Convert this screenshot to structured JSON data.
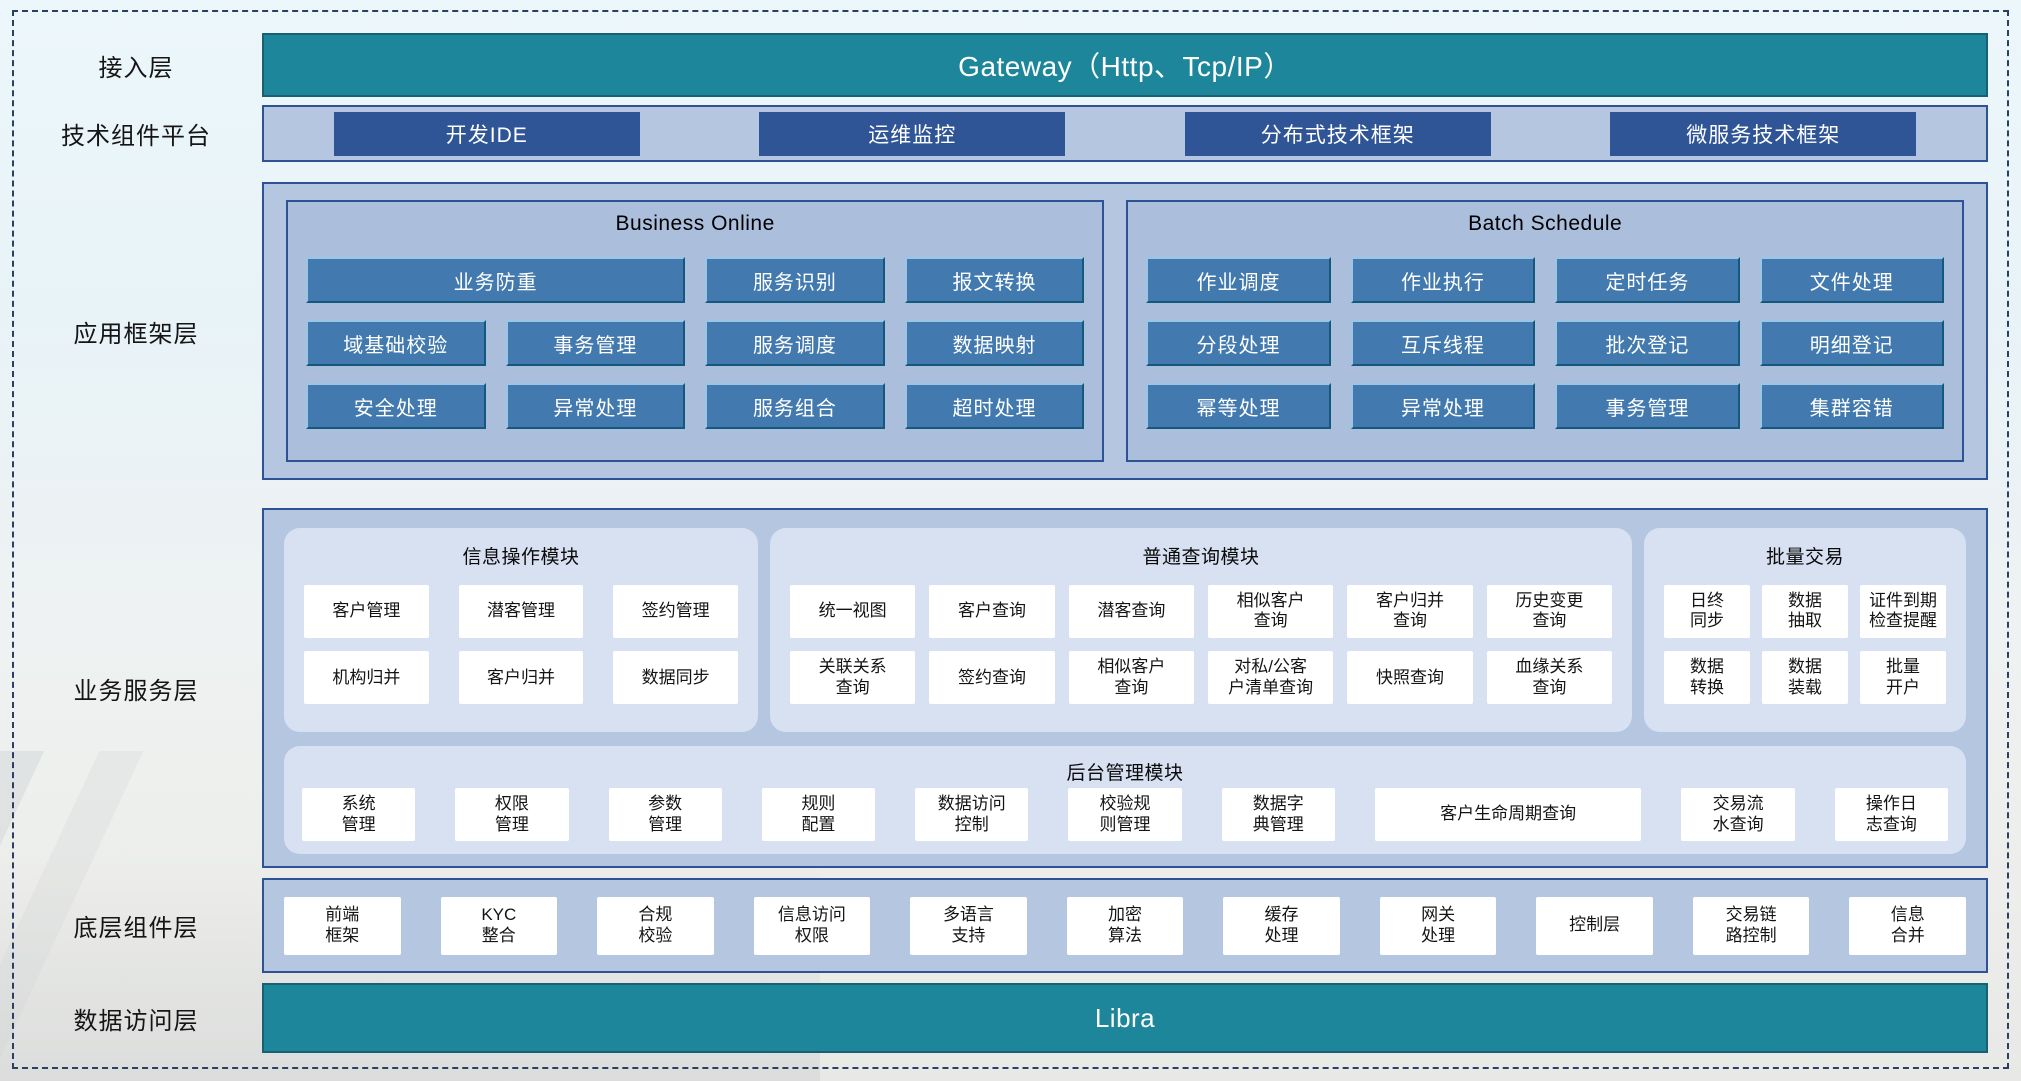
{
  "layers": {
    "access": {
      "label": "接入层",
      "bar": "Gateway（Http、Tcp/IP）"
    },
    "tech": {
      "label": "技术组件平台",
      "items": [
        "开发IDE",
        "运维监控",
        "分布式技术框架",
        "微服务技术框架"
      ]
    },
    "app_framework": {
      "label": "应用框架层",
      "business_online": {
        "title": "Business Online",
        "items": [
          {
            "label": "业务防重",
            "wide": true
          },
          "服务识别",
          "报文转换",
          "域基础校验",
          "事务管理",
          "服务调度",
          "数据映射",
          "安全处理",
          "异常处理",
          "服务组合",
          "超时处理"
        ]
      },
      "batch_schedule": {
        "title": "Batch Schedule",
        "items": [
          "作业调度",
          "作业执行",
          "定时任务",
          "文件处理",
          "分段处理",
          "互斥线程",
          "批次登记",
          "明细登记",
          "幂等处理",
          "异常处理",
          "事务管理",
          "集群容错"
        ]
      }
    },
    "business_service": {
      "label": "业务服务层",
      "info_module": {
        "title": "信息操作模块",
        "items": [
          "客户管理",
          "潜客管理",
          "签约管理",
          "机构归并",
          "客户归并",
          "数据同步"
        ]
      },
      "query_module": {
        "title": "普通查询模块",
        "items": [
          "统一视图",
          "客户查询",
          "潜客查询",
          "相似客户\n查询",
          "客户归并\n查询",
          "历史变更\n查询",
          "关联关系\n查询",
          "签约查询",
          "相似客户\n查询",
          "对私/公客\n户清单查询",
          "快照查询",
          "血缘关系\n查询"
        ]
      },
      "batch_trade": {
        "title": "批量交易",
        "items": [
          "日终\n同步",
          "数据\n抽取",
          "证件到期\n检查提醒",
          "数据\n转换",
          "数据\n装载",
          "批量\n开户"
        ]
      },
      "admin_module": {
        "title": "后台管理模块",
        "items": [
          "系统\n管理",
          "权限\n管理",
          "参数\n管理",
          "规则\n配置",
          "数据访问\n控制",
          "校验规\n则管理",
          "数据字\n典管理",
          {
            "label": "客户生命周期查询",
            "wide": true
          },
          "交易流\n水查询",
          "操作日\n志查询"
        ]
      }
    },
    "base_components": {
      "label": "底层组件层",
      "items": [
        "前端\n框架",
        "KYC\n整合",
        "合规\n校验",
        "信息访问\n权限",
        "多语言\n支持",
        "加密\n算法",
        "缓存\n处理",
        "网关\n处理",
        "控制层",
        "交易链\n路控制",
        "信息\n合并"
      ]
    },
    "data_access": {
      "label": "数据访问层",
      "bar": "Libra"
    }
  },
  "colors": {
    "teal": "#1E869A",
    "dark_blue": "#2F5597",
    "steel_blue": "#4279AE",
    "container_fill": "#B5C6E1",
    "module_fill": "#D8E1F2",
    "border_navy": "#2E5395",
    "dash_border": "#2B3F63"
  }
}
